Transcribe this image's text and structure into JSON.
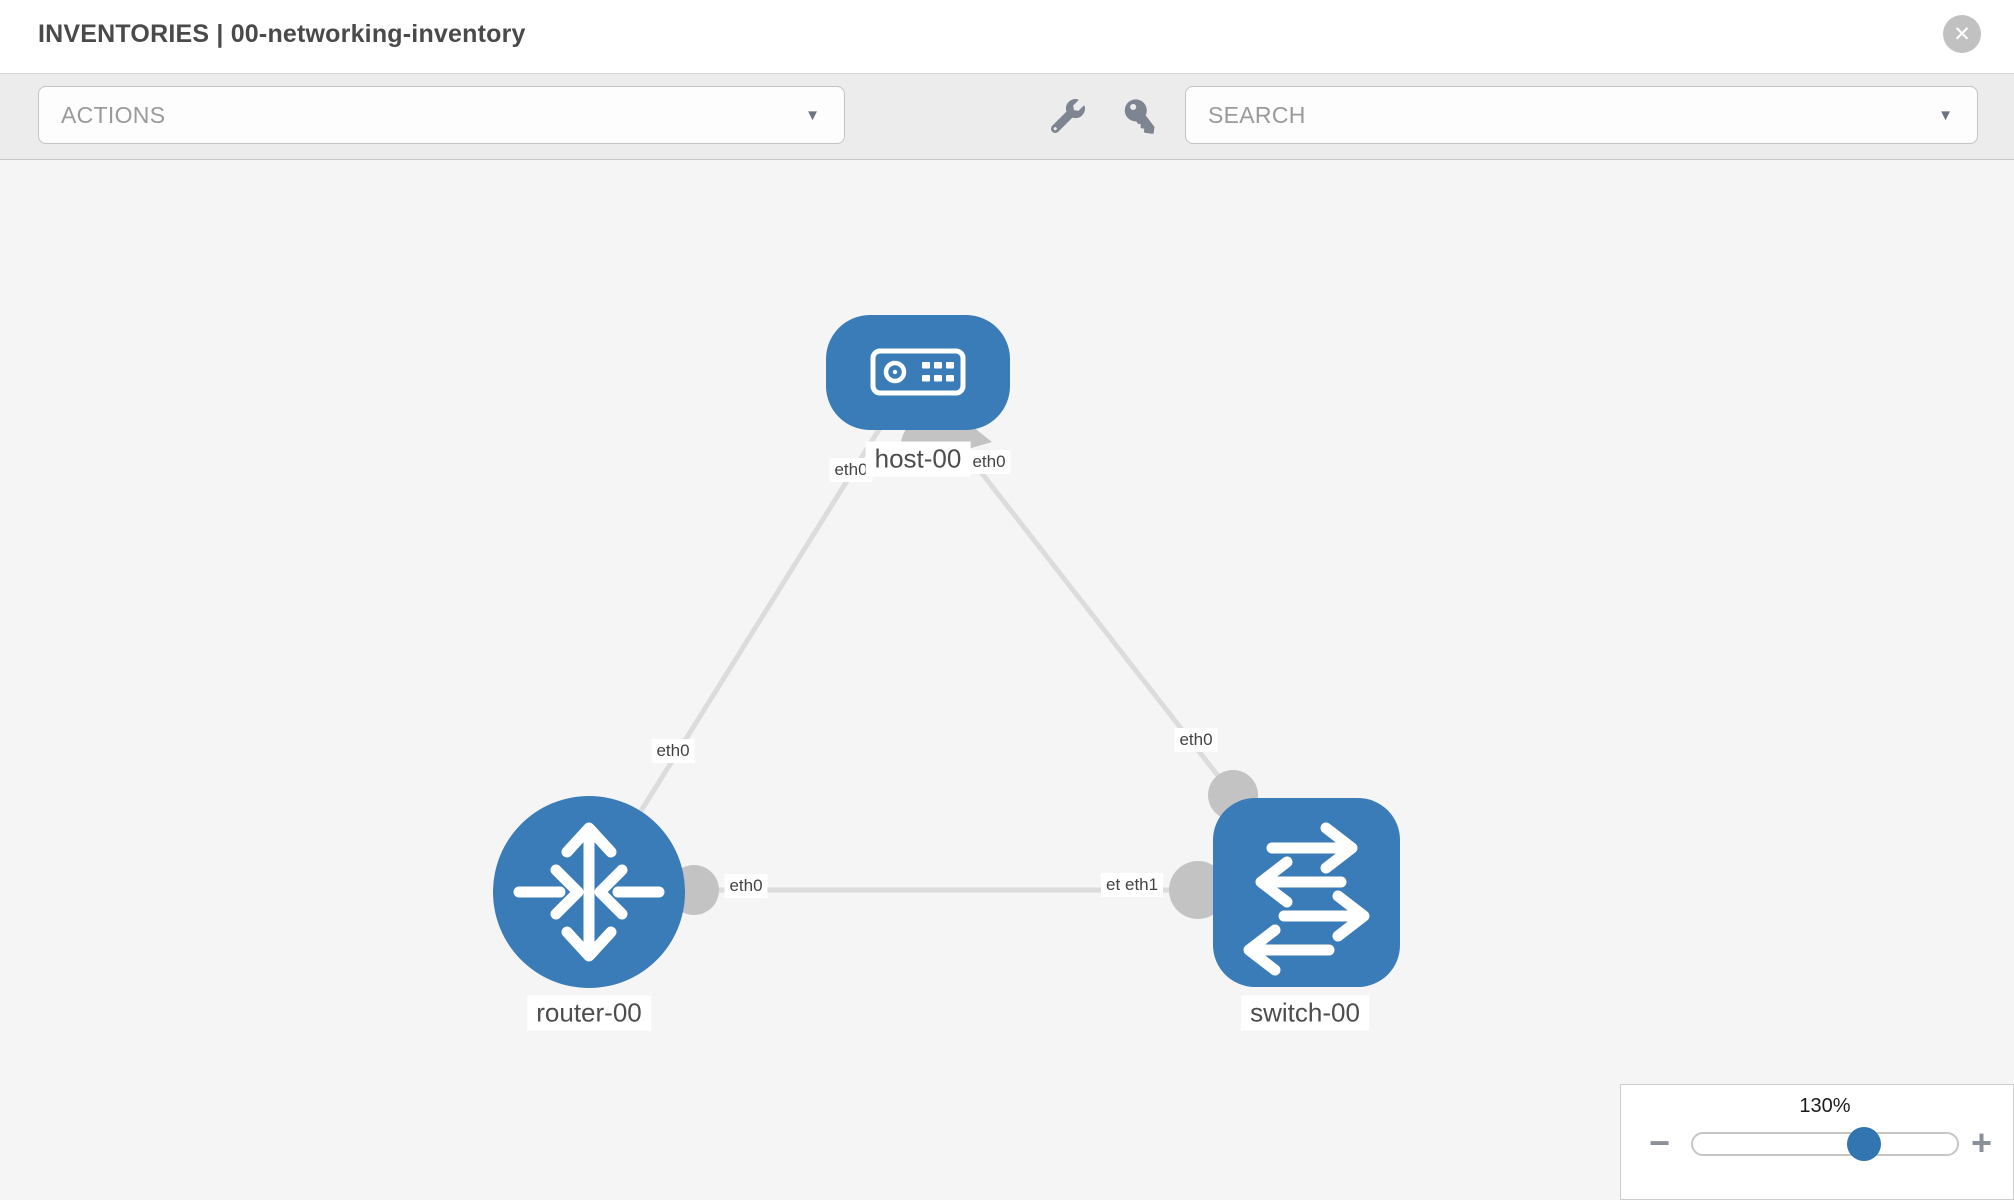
{
  "header": {
    "title": "INVENTORIES | 00-networking-inventory"
  },
  "toolbar": {
    "actions": {
      "label": "ACTIONS"
    },
    "search": {
      "placeholder": "SEARCH",
      "value": ""
    }
  },
  "icons": {
    "close": "✕",
    "caret": "▼",
    "minus": "−",
    "plus": "+"
  },
  "topology": {
    "nodes": [
      {
        "id": "host-00",
        "type": "host",
        "label": "host-00"
      },
      {
        "id": "router-00",
        "type": "router",
        "label": "router-00"
      },
      {
        "id": "switch-00",
        "type": "switch",
        "label": "switch-00"
      }
    ],
    "links": [
      {
        "from": "host-00",
        "from_interface": "eth0",
        "to": "router-00",
        "to_interface": "eth0"
      },
      {
        "from": "host-00",
        "from_interface": "eth0",
        "to": "switch-00",
        "to_interface": "eth0"
      },
      {
        "from": "router-00",
        "from_interface": "eth0",
        "to": "switch-00",
        "to_interface": "eth1"
      }
    ],
    "interface_labels": {
      "host_left": "eth0",
      "host_right": "eth0",
      "diag_left": "eth0",
      "diag_right": "eth0",
      "router_port": "eth0",
      "switch_port_back": "eth0",
      "switch_port_front": "eth1"
    }
  },
  "zoom_control": {
    "level": "130%"
  },
  "colors": {
    "node_blue": "#3a7cb7",
    "edge_gray": "#dcdcdc",
    "port_gray": "#c3c3c3",
    "accent_blue": "#3276b1"
  }
}
